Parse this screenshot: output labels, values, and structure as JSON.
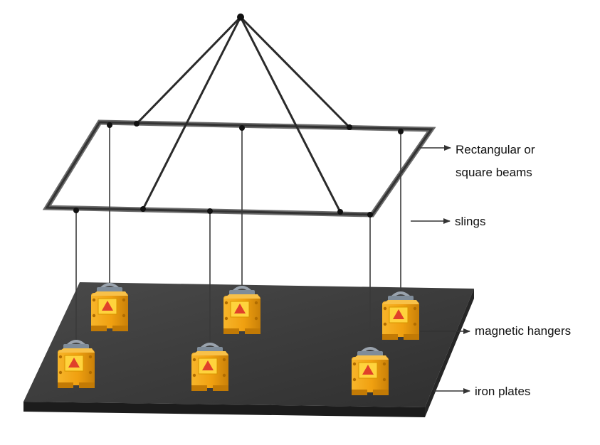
{
  "colors": {
    "beam": "#3a3a3a",
    "sling": "#2a2a2a",
    "plate_top": "#3e3e3e",
    "plate_side": "#1f1f1f",
    "hanger_body": "#f2a311",
    "hanger_dark": "#c27a05",
    "text": "#111111"
  },
  "labels": {
    "beams_line1": "Rectangular or",
    "beams_line2": "square beams",
    "slings": "slings",
    "hangers": "magnetic hangers",
    "plates": "iron plates"
  },
  "icons": {
    "arrow": "right-arrow-icon",
    "hanger": "magnet-lifter-icon"
  }
}
